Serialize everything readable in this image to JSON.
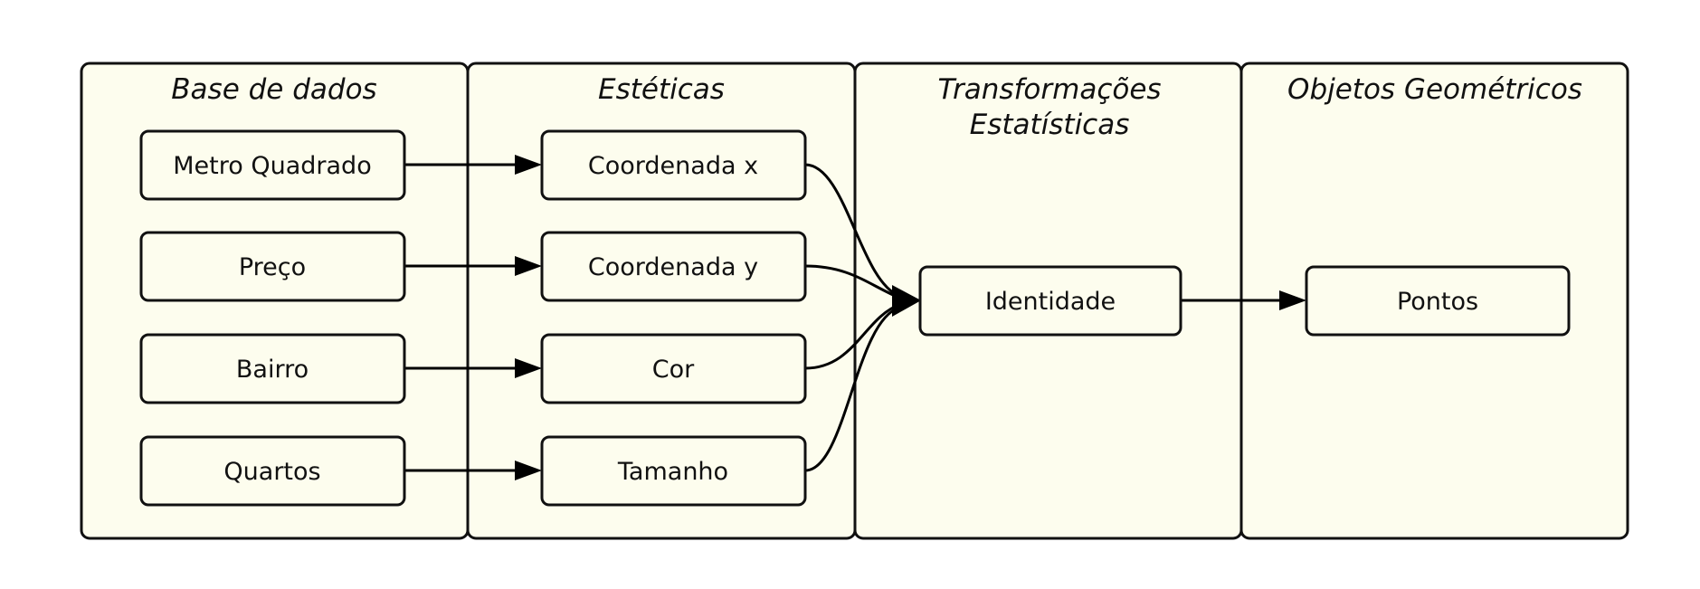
{
  "diagram": {
    "panels": [
      {
        "id": "base",
        "title_lines": [
          "Base de dados"
        ]
      },
      {
        "id": "esteticas",
        "title_lines": [
          "Estéticas"
        ]
      },
      {
        "id": "transformacoes",
        "title_lines": [
          "Transformações",
          "Estatísticas"
        ]
      },
      {
        "id": "objetos",
        "title_lines": [
          "Objetos Geométricos"
        ]
      }
    ],
    "nodes": {
      "metro_quadrado": "Metro Quadrado",
      "preco": "Preço",
      "bairro": "Bairro",
      "quartos": "Quartos",
      "coordenada_x": "Coordenada x",
      "coordenada_y": "Coordenada y",
      "cor": "Cor",
      "tamanho": "Tamanho",
      "identidade": "Identidade",
      "pontos": "Pontos"
    },
    "edges": [
      {
        "from": "metro_quadrado",
        "to": "coordenada_x"
      },
      {
        "from": "preco",
        "to": "coordenada_y"
      },
      {
        "from": "bairro",
        "to": "cor"
      },
      {
        "from": "quartos",
        "to": "tamanho"
      },
      {
        "from": "coordenada_x",
        "to": "identidade"
      },
      {
        "from": "coordenada_y",
        "to": "identidade"
      },
      {
        "from": "cor",
        "to": "identidade"
      },
      {
        "from": "tamanho",
        "to": "identidade"
      },
      {
        "from": "identidade",
        "to": "pontos"
      }
    ],
    "colors": {
      "background": "#fdfdee",
      "stroke": "#111111"
    }
  }
}
